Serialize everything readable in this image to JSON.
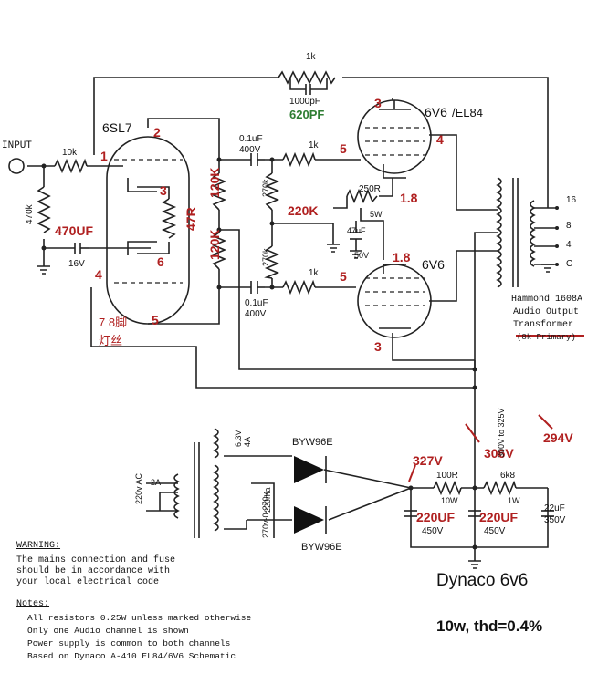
{
  "input_label": "INPUT",
  "tube_6sl7": "6SL7",
  "tube_6v6_top": "6V6",
  "tube_6v6_top_alt": "/EL84",
  "tube_6v6_bottom": "6V6",
  "pins": {
    "p2": "2",
    "p1": "1",
    "p3": "3",
    "p6": "6",
    "p4": "4",
    "p5": "5",
    "top_p3": "3",
    "top_p4": "4",
    "top_p5": "5",
    "top_18": "1.8",
    "bot_18": "1.8",
    "bot_p5": "5",
    "bot_p3": "3"
  },
  "filament_label_1": "7 8脚",
  "filament_label_2": "灯丝",
  "components": {
    "r_1k_feedback": "1k",
    "c_1000pf": "1000pF",
    "c_620pf": "620PF",
    "r_10k": "10k",
    "r_470k": "470k",
    "c_470uf": "470UF",
    "v_16": "16V",
    "r_47r": "47R",
    "c_01uf_top": "0.1uF",
    "v_400_top": "400V",
    "r_1k_top": "1k",
    "r_120k_top": "120K",
    "r_120k_bot": "120K",
    "r_270k_top": "270k",
    "r_270k_bot": "270k",
    "r_220k": "220K",
    "r_250r": "250R",
    "w_5w": "5W",
    "c_47uf": "47uF",
    "v_50": "50V",
    "r_1k_bot": "1k",
    "c_01uf_bot": "0.1uF",
    "v_400_bot": "400V"
  },
  "transformer": {
    "taps": [
      "16",
      "8",
      "4",
      "C"
    ],
    "caption_lines": [
      "Hammond 1608A",
      "Audio Output",
      "Transformer",
      "(8k Primary)"
    ]
  },
  "power": {
    "diode_top": "BYW96E",
    "diode_bottom": "BYW96E",
    "mains": "220v AC",
    "fuse": "2A",
    "heater_v": "6.3V",
    "heater_a": "4A",
    "sec_v": "270v-0-270v",
    "sec_ma": "220ma",
    "v327": "327V",
    "v306": "306V",
    "v294": "294V",
    "v_range": "300V to 325V",
    "r_100r": "100R",
    "w_10w": "10W",
    "r_6k8": "6k8",
    "w_1w": "1W",
    "c1": "220UF",
    "c1v": "450V",
    "c2": "220UF",
    "c2v": "450V",
    "c3": "22uF",
    "c3v": "350V"
  },
  "warning": {
    "title": "WARNING:",
    "lines": [
      "The mains connection and fuse",
      "should be in accordance with",
      "your local electrical code"
    ]
  },
  "notes": {
    "title": "Notes:",
    "lines": [
      "All resistors 0.25W unless marked otherwise",
      "Only one Audio channel is shown",
      "Power supply is common to both channels",
      "Based on Dynaco A-410 EL84/6V6 Schematic"
    ]
  },
  "title": "Dynaco 6v6",
  "spec": "10w,   thd=0.4%"
}
